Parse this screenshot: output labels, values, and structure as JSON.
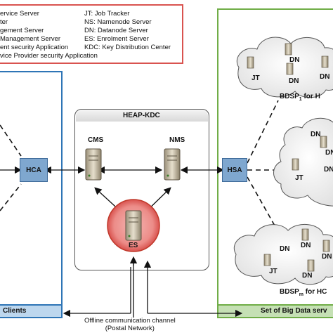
{
  "legend": {
    "left_col": [
      "ervice Server",
      "ter",
      "gement Server",
      "Management Server",
      "ent security Application",
      "vice Provider security Application"
    ],
    "right_col": [
      "JT: Job Tracker",
      "NS: Namenode Server",
      "DN: Datanode Server",
      "ES: Enrolment Server",
      "KDC: Key Distribution Center"
    ]
  },
  "kdc": {
    "title": "HEAP-KDC",
    "cms": "CMS",
    "nms": "NMS",
    "es": "ES"
  },
  "hca": "HCA",
  "hsa": "HSA",
  "clouds": [
    {
      "jt": "JT",
      "dn": [
        "DN",
        "DN",
        "DN"
      ],
      "caption_main": "BDSP",
      "caption_sub": "1",
      "caption_rest": " for H"
    },
    {
      "jt": "JT",
      "dn": [
        "DN",
        "DN",
        "DN"
      ]
    },
    {
      "jt": "JT",
      "dn": [
        "DN",
        "DN",
        "DN",
        "DN"
      ],
      "caption_main": "BDSP",
      "caption_sub": "m",
      "caption_rest": " for HC"
    }
  ],
  "footer": {
    "left": "Clients",
    "right": "Set of Big Data serv"
  },
  "channel": {
    "line1": "Offline communication channel",
    "line2": "(Postal Network)"
  }
}
